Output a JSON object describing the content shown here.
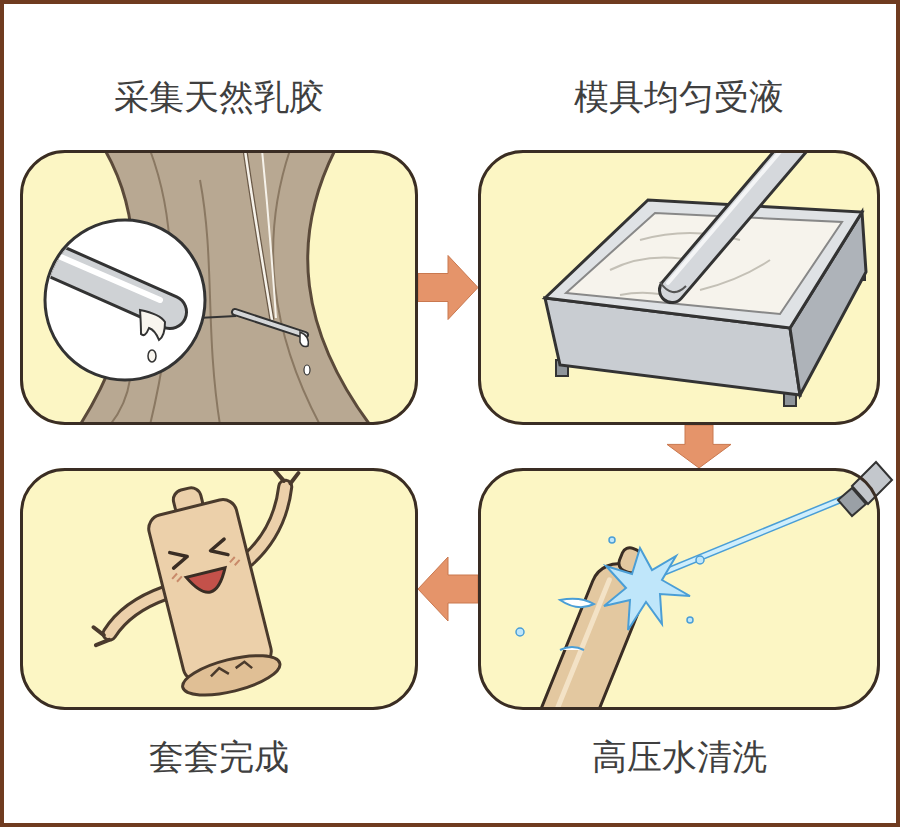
{
  "diagram": {
    "nodes": [
      {
        "text": [
          "采集天然乳胶"
        ]
      },
      {
        "text": [
          "模具均匀受液"
        ]
      },
      {
        "text": [
          "套套完成"
        ]
      },
      {
        "text": [
          "高压水清洗"
        ]
      }
    ],
    "edges": [
      {
        "from": 0,
        "to": 1,
        "arrow": "to"
      },
      {
        "from": 1,
        "to": 3,
        "arrow": "to"
      },
      {
        "from": 3,
        "to": 2,
        "arrow": "to"
      }
    ]
  }
}
